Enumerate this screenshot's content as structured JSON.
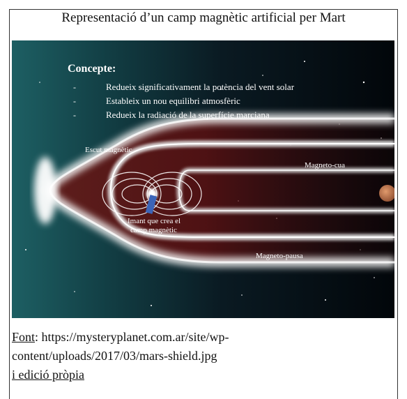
{
  "title": "Representació d’un camp magnètic artificial per Mart",
  "figure": {
    "concept_heading": "Concepte:",
    "bullet_marker": "-",
    "bullets": [
      "Redueix significativament la potència del vent solar",
      "Estableix un nou equilibri atmosfèric",
      "Redueix la radiació de la superfície marciana"
    ],
    "labels": {
      "shield": "Escut magnètic",
      "magnet_line1": "Imant que crea el",
      "magnet_line2": "camp magnètic",
      "magnetotail": "Magneto-cua",
      "magnetopause": "Magneto-pausa"
    }
  },
  "caption": {
    "source_label": "Font",
    "source_sep": ": ",
    "url_line1": "https://mysteryplanet.com.ar/site/wp-",
    "url_line2": "content/uploads/2017/03/mars-shield.jpg",
    "edit_note": "i edició pròpia"
  }
}
